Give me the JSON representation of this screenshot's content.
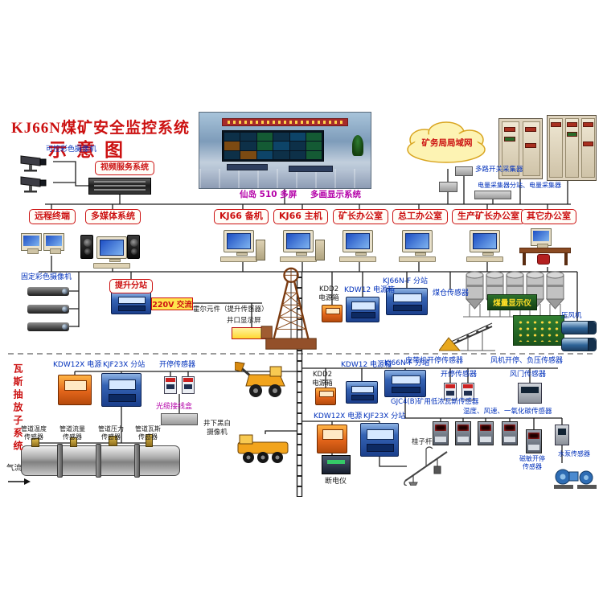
{
  "title": {
    "main": "KJ66N煤矿安全监控系统",
    "sub": "示意图"
  },
  "top": {
    "ptz_camera": "可控彩色摄像机",
    "video_server": "视频服务系统",
    "screen_left": "仙岛 510 多屏",
    "screen_right": "多画显示系统",
    "lan": "矿务局局域网",
    "multi_switch": "多路开关采集器",
    "power_meter": "电量采集器分站、电量采集器"
  },
  "offices": {
    "remote": "远程终端",
    "multimedia": "多媒体系统",
    "kj66_backup": "KJ66 备机",
    "kj66_main": "KJ66 主机",
    "mine_chief": "矿长办公室",
    "chief_engineer": "总工办公室",
    "production_chief": "生产矿长办公室",
    "other": "其它办公室"
  },
  "devices": {
    "kdd2_1": "KDD2",
    "kdd2_2": "电源箱",
    "kdw12": "KDW12 电源箱",
    "kj66nf": "KJ66N-F 分站",
    "kdw12x": "KDW12X 电源",
    "kjf23x": "KJF23X 分站",
    "start_stop": "开停传感器"
  },
  "mid": {
    "fixed_camera": "固定彩色摄像机",
    "hoist_station": "提升分站",
    "ac220": "220V 交流",
    "hall_sensor": "霍尔元件（提升传感器）",
    "wellhead_display": "井口显示屏",
    "coal_bunker_sensor": "煤仓传感器",
    "coal_display": "煤量显示仪",
    "air_compressor": "压风机",
    "belt_sensor": "皮带机开停传感器",
    "fan_sensor": "风机开停、负压传感器"
  },
  "bottom": {
    "gas_subsystem": "瓦斯抽放子系统",
    "fiber_box": "光缆接线盒",
    "bw_camera_1": "井下黑白",
    "bw_camera_2": "摄像机",
    "pipe_temp": "管道温度传感器",
    "pipe_flow": "管道流量传感器",
    "pipe_pressure": "管道压力传感器",
    "pipe_gas": "管道瓦斯传感器",
    "airflow": "气流",
    "door_sensor": "风门传感器",
    "gjc4": "GJC4(B)矿用低浓瓦斯传感器",
    "multi_sensor": "温度、风速、一氧化碳传感器",
    "steelyard": "桂子杆",
    "power_cutoff": "断电仪",
    "magnetic_1": "磁敏开停",
    "magnetic_2": "传感器",
    "water_pump": "水泵传感器"
  },
  "colors": {
    "label_red": "#cc1111",
    "label_blue": "#0030bb",
    "label_magenta": "#b400a8",
    "device_blue": "#2a57a8",
    "device_orange": "#e2641a",
    "cloud_fill": "#fdf3b3"
  }
}
